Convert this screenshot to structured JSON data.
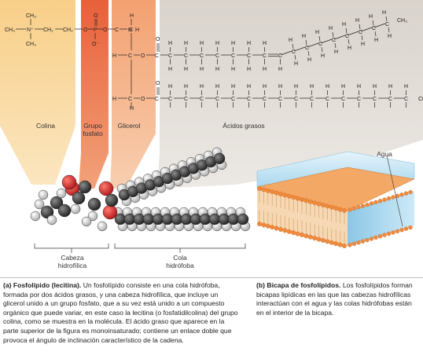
{
  "labels": {
    "choline": "Colina",
    "phosphate": "Grupo\nfosfato",
    "phosphate_line1": "Grupo",
    "phosphate_line2": "fosfato",
    "glycerol": "Glicerol",
    "fatty_acids": "Ácidos grasos",
    "head_line1": "Cabeza",
    "head_line2": "hidrofílica",
    "tail_line1": "Cola",
    "tail_line2": "hidrófoba",
    "water": "Agua"
  },
  "caption_a": {
    "title": "(a) Fosfolípido (lecitina).",
    "text": " Un fosfolípido consiste en una cola hidrófoba, formada por dos ácidos grasos, y una cabeza hidrofílica, que incluye un glicerol unido a un grupo fosfato, que a su vez está unido a un compuesto orgánico que puede variar, en este caso la lecitina (o fosfatidilcolina) del grupo colina, como se muestra en la molécula. El ácido graso que aparece en la parte superior de la figura es monoinsaturado; contiene un enlace doble que provoca el ángulo de inclinación característico de la cadena."
  },
  "caption_b": {
    "title": "(b) Bicapa de fosfolípidos.",
    "text": " Los fosfolípidos forman bicapas lipídicas en las que las cabezas hidrofílicas interactúan con el agua y las colas hidrófobas están en el interior de la bicapa."
  },
  "formula": {
    "ch3": "CH₃",
    "ch3_plain": "CH3",
    "n_plus": "N⁺",
    "ch2": "CH₂",
    "o": "O",
    "p": "P",
    "o_minus": "O⁻",
    "c": "C",
    "h": "H"
  },
  "colors": {
    "choline_band": "#f7c77a",
    "phosphate_band": "#e8663a",
    "glycerol_band": "#f3a878",
    "fatty_band": "#e2ddd6",
    "carbon_atom": "#3a3a3a",
    "hydrogen_atom": "#d9d9d9",
    "oxygen_atom": "#d8262b",
    "membrane_head": "#f08a3c",
    "water_blue": "#9cd0ea"
  }
}
